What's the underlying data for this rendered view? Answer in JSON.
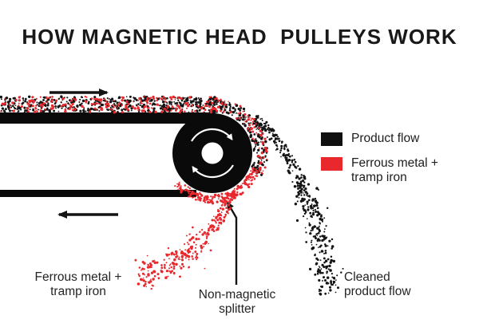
{
  "title": "HOW MAGNETIC HEAD  PULLEYS WORK",
  "legend": {
    "items": [
      {
        "label": "Product flow",
        "color": "#101010"
      },
      {
        "lines": [
          "Ferrous metal +",
          "tramp iron"
        ],
        "color": "#e8282d"
      }
    ]
  },
  "callouts": {
    "ferrous": {
      "lines": [
        "Ferrous metal +",
        "tramp iron"
      ]
    },
    "splitter": {
      "lines": [
        "Non-magnetic",
        "splitter"
      ]
    },
    "cleaned": {
      "lines": [
        "Cleaned",
        "product flow"
      ]
    }
  },
  "colors": {
    "background": "#ffffff",
    "belt": "#0a0a0a",
    "product_flow": "#141414",
    "ferrous_metal": "#e8282d",
    "rotation_arrow": "#ffffff",
    "arrow": "#141414"
  }
}
